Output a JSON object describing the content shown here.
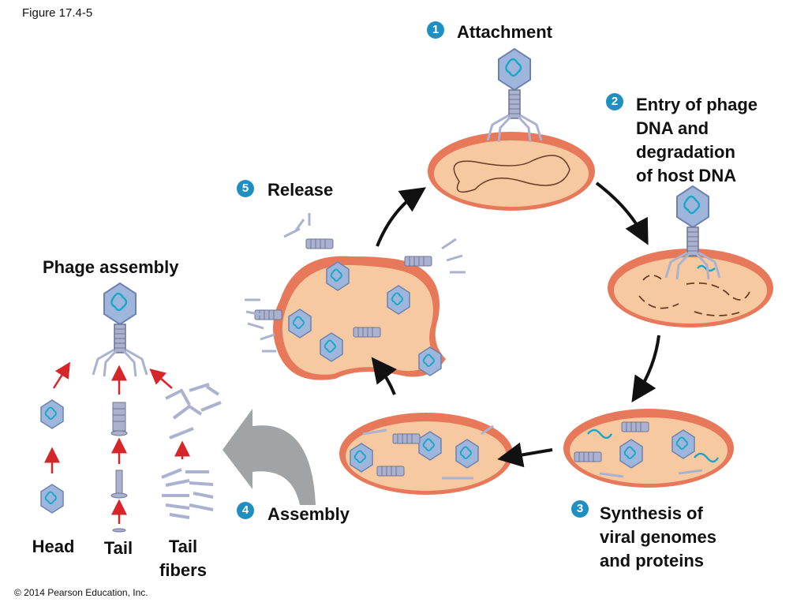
{
  "figure_title": "Figure 17.4-5",
  "copyright": "© 2014 Pearson Education, Inc.",
  "steps": [
    {
      "number": "1",
      "label": "Attachment"
    },
    {
      "number": "2",
      "label_lines": [
        "Entry of phage",
        "DNA and",
        "degradation",
        "of host DNA"
      ]
    },
    {
      "number": "3",
      "label_lines": [
        "Synthesis of",
        "viral genomes",
        "and proteins"
      ]
    },
    {
      "number": "4",
      "label": "Assembly"
    },
    {
      "number": "5",
      "label": "Release"
    }
  ],
  "assembly_panel": {
    "title": "Phage assembly",
    "parts": [
      {
        "label": "Head"
      },
      {
        "label": "Tail"
      },
      {
        "label_lines": [
          "Tail",
          "fibers"
        ]
      }
    ]
  },
  "colors": {
    "cell_fill": "#f6c9a0",
    "cell_wall": "#e8785a",
    "phage_head": "#9fb6dc",
    "dna": "#1ba8c8",
    "tail": "#8c95b8",
    "cycle_arrow": "#111111",
    "assembly_arrow": "#8f9497",
    "step_badge": "#1f8fc2",
    "part_arrow": "#d6262a"
  }
}
